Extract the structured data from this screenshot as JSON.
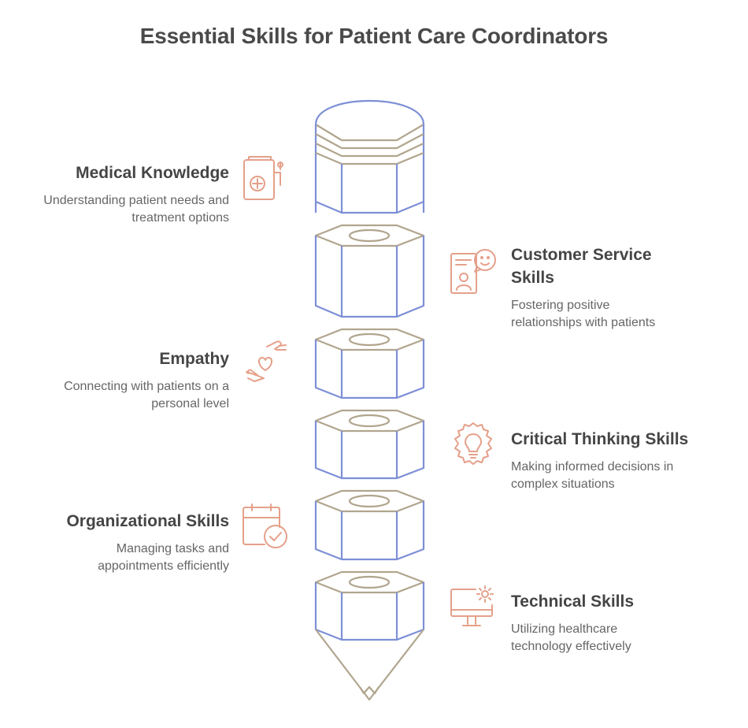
{
  "title": "Essential Skills for Patient Care Coordinators",
  "colors": {
    "outline_top": "#b0a58e",
    "outline_body": "#7d8fd6",
    "icon": "#e5a08a",
    "text_heading": "#454545",
    "text_body": "#666666"
  },
  "skills": [
    {
      "title": "Medical Knowledge",
      "description": "Understanding patient needs and treatment options",
      "side": "left",
      "icon": "medical-book-icon"
    },
    {
      "title": "Customer Service Skills",
      "description": "Fostering positive relationships with patients",
      "side": "right",
      "icon": "customer-service-icon"
    },
    {
      "title": "Empathy",
      "description": "Connecting with patients on a personal level",
      "side": "left",
      "icon": "caring-hands-heart-icon"
    },
    {
      "title": "Critical Thinking Skills",
      "description": "Making informed decisions in complex situations",
      "side": "right",
      "icon": "gear-lightbulb-icon"
    },
    {
      "title": "Organizational Skills",
      "description": "Managing tasks and appointments efficiently",
      "side": "left",
      "icon": "calendar-check-icon"
    },
    {
      "title": "Technical Skills",
      "description": "Utilizing healthcare technology effectively",
      "side": "right",
      "icon": "monitor-gear-icon"
    }
  ]
}
